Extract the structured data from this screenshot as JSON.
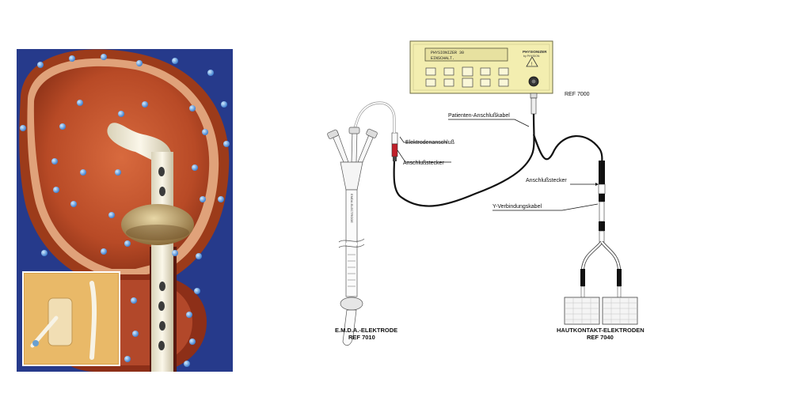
{
  "device": {
    "display_line1": "PHYSIONIZER 30",
    "display_line2": "EINSCHALT.",
    "brand": "PHYSIONIZER",
    "brand_sub": "by PHYSION",
    "ref": "REF 7000"
  },
  "labels": {
    "patient_cable": "Patienten-Anschlußkabel",
    "electrode_connection": "Elektrodenanschluß",
    "plug_left": "Anschlußstecker",
    "plug_right": "Anschlußstecker",
    "y_cable": "Y-Verbindungskabel"
  },
  "emda": {
    "name": "E.M.D.A.-ELEKTRODE",
    "ref": "REF 7010",
    "shaft_text": "EMDA ELECTRODE"
  },
  "skin": {
    "name": "HAUTKONTAKT-ELEKTRODEN",
    "ref": "REF 7040"
  },
  "colors": {
    "illustration_bg": "#2a3a8a",
    "bladder_tissue": "#b0431e",
    "bladder_lumen": "#c25530",
    "ions": "#7ab0e8",
    "device_housing": "#f3eeb0",
    "cable": "#111111",
    "connector_red": "#c0202a"
  }
}
